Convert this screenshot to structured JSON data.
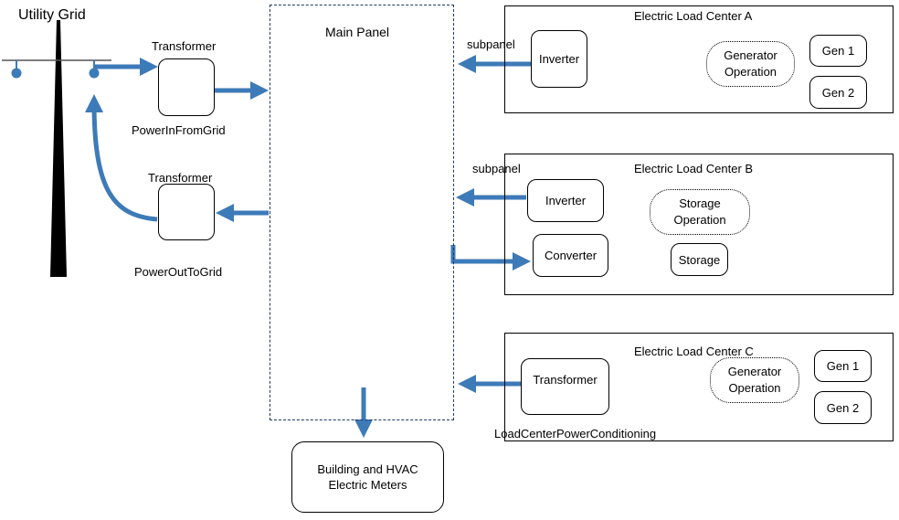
{
  "utility_grid_label": "Utility Grid",
  "transformer_in": {
    "label": "Transformer",
    "caption": "PowerInFromGrid"
  },
  "transformer_out": {
    "label": "Transformer",
    "caption": "PowerOutToGrid"
  },
  "main_panel_label": "Main Panel",
  "meters_label": "Building and HVAC\nElectric Meters",
  "load_center_a": {
    "title": "Electric Load Center A",
    "subpanel_label": "subpanel",
    "inverter": "Inverter",
    "operation": "Generator\nOperation",
    "gen1": "Gen 1",
    "gen2": "Gen 2"
  },
  "load_center_b": {
    "title": "Electric Load Center B",
    "subpanel_label": "subpanel",
    "inverter": "Inverter",
    "converter": "Converter",
    "operation": "Storage\nOperation",
    "storage": "Storage"
  },
  "load_center_c": {
    "title": "Electric Load Center C",
    "transformer": "Transformer",
    "caption": "LoadCenterPowerConditioning",
    "operation": "Generator\nOperation",
    "gen1": "Gen 1",
    "gen2": "Gen 2"
  },
  "colors": {
    "arrow": "#3d7ab8",
    "pole": "#000000",
    "insulator": "#3d7ab8"
  }
}
